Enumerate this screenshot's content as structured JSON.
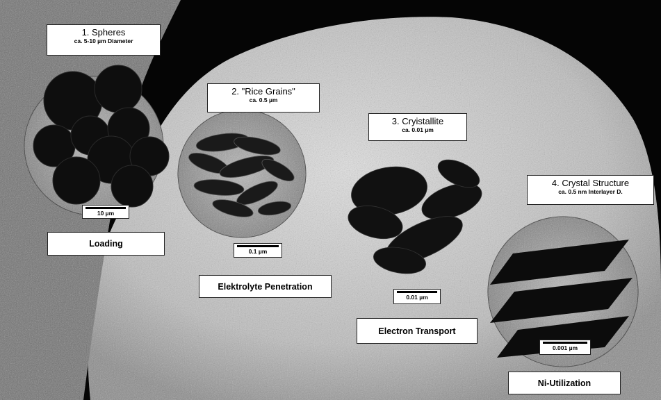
{
  "stages": [
    {
      "title": "1. Spheres",
      "subtitle": "ca. 5-10  µm Diameter",
      "scale": "10 µm",
      "caption": "Loading"
    },
    {
      "title": "2. \"Rice Grains\"",
      "subtitle": "ca. 0.5 µm",
      "scale": "0.1 µm",
      "caption": "Elektrolyte Penetration"
    },
    {
      "title": "3. Cryistallite",
      "subtitle": "ca. 0.01 µm",
      "scale": "0.01 µm",
      "caption": "Electron Transport"
    },
    {
      "title": "4. Crystal Structure",
      "subtitle": "ca. 0.5 nm Interlayer D.",
      "scale": "0.001 µm",
      "caption": "Ni-Utilization"
    }
  ],
  "colors": {
    "background": "#050505",
    "particle": "#c8c8c8",
    "circle_fill": "#9a9a9a",
    "dark": "#111111"
  }
}
